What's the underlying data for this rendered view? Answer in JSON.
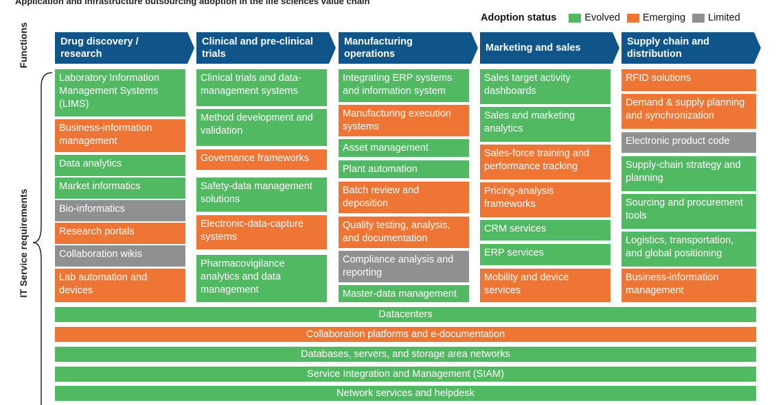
{
  "title": "Application and infrastructure outsourcing adoption in the life sciences value chain",
  "legend": {
    "title": "Adoption status",
    "items": [
      {
        "label": "Evolved",
        "color": "#52b963"
      },
      {
        "label": "Emerging",
        "color": "#ef7535"
      },
      {
        "label": "Limited",
        "color": "#8f9092"
      }
    ]
  },
  "side_labels": {
    "functions": "Functions",
    "it_service": "IT Service requirements"
  },
  "functions": [
    {
      "label": "Drug discovery / research"
    },
    {
      "label": "Clinical and pre-clinical trials"
    },
    {
      "label": "Manufacturing operations"
    },
    {
      "label": "Marketing and sales"
    },
    {
      "label": "Supply chain and distribution"
    }
  ],
  "columns": [
    [
      {
        "label": "Laboratory Information Management Systems (LIMS)",
        "status": "Evolved"
      },
      {
        "label": "Business-information management",
        "status": "Emerging"
      },
      {
        "label": "Data analytics",
        "status": "Evolved"
      },
      {
        "label": "Market informatics",
        "status": "Evolved"
      },
      {
        "label": "Bio-informatics",
        "status": "Limited"
      },
      {
        "label": "Research portals",
        "status": "Emerging"
      },
      {
        "label": "Collaboration wikis",
        "status": "Limited"
      },
      {
        "label": "Lab automation and devices",
        "status": "Emerging"
      }
    ],
    [
      {
        "label": "Clinical trials and data-management systems",
        "status": "Evolved"
      },
      {
        "label": "Method development and validation",
        "status": "Evolved"
      },
      {
        "label": "Governance frameworks",
        "status": "Emerging"
      },
      {
        "label": "Safety-data management solutions",
        "status": "Evolved"
      },
      {
        "label": "Electronic-data-capture systems",
        "status": "Emerging"
      },
      {
        "label": "Pharmacovigilance analytics and data management",
        "status": "Evolved"
      }
    ],
    [
      {
        "label": "Integrating ERP systems and information system",
        "status": "Evolved"
      },
      {
        "label": "Manufacturing execution systems",
        "status": "Emerging"
      },
      {
        "label": "Asset management",
        "status": "Evolved"
      },
      {
        "label": "Plant automation",
        "status": "Evolved"
      },
      {
        "label": "Batch review and deposition",
        "status": "Emerging"
      },
      {
        "label": "Quality testing, analysis, and documentation",
        "status": "Emerging"
      },
      {
        "label": "Compliance analysis and reporting",
        "status": "Limited"
      },
      {
        "label": "Master-data management",
        "status": "Evolved"
      }
    ],
    [
      {
        "label": "Sales target activity dashboards",
        "status": "Evolved"
      },
      {
        "label": "Sales and marketing analytics",
        "status": "Evolved"
      },
      {
        "label": "Sales-force training and performance tracking",
        "status": "Emerging"
      },
      {
        "label": "Pricing-analysis frameworks",
        "status": "Emerging"
      },
      {
        "label": "CRM services",
        "status": "Evolved"
      },
      {
        "label": "ERP services",
        "status": "Evolved"
      },
      {
        "label": "Mobility and device services",
        "status": "Emerging"
      }
    ],
    [
      {
        "label": "RFID solutions",
        "status": "Emerging"
      },
      {
        "label": "Demand & supply planning and synchronization",
        "status": "Emerging"
      },
      {
        "label": "Electronic product code",
        "status": "Limited"
      },
      {
        "label": "Supply-chain strategy and planning",
        "status": "Evolved"
      },
      {
        "label": "Sourcing and procurement tools",
        "status": "Evolved"
      },
      {
        "label": "Logistics, transportation, and global positioning",
        "status": "Evolved"
      },
      {
        "label": "Business-information management",
        "status": "Emerging"
      }
    ]
  ],
  "infrastructure": [
    {
      "label": "Datacenters",
      "status": "Evolved"
    },
    {
      "label": "Collaboration platforms and e-documentation",
      "status": "Emerging"
    },
    {
      "label": "Databases, servers, and storage area networks",
      "status": "Evolved"
    },
    {
      "label": "Service Integration and Management (SIAM)",
      "status": "Evolved"
    },
    {
      "label": "Network services and helpdesk",
      "status": "Evolved"
    }
  ]
}
